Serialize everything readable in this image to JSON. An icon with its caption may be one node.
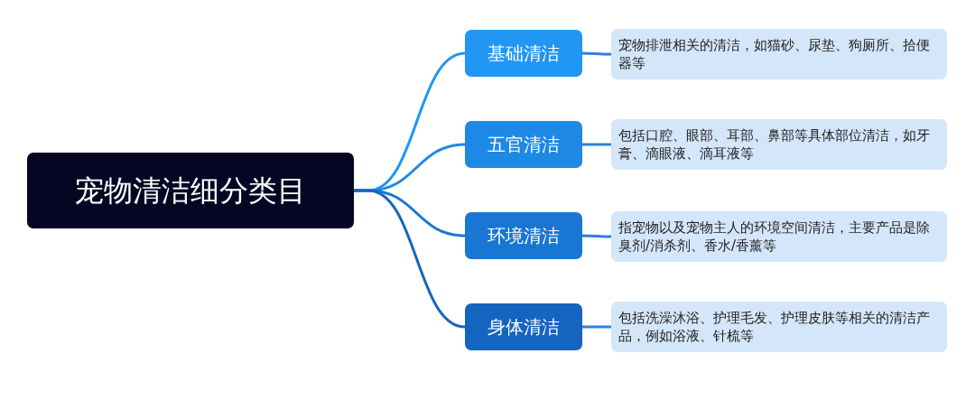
{
  "diagram": {
    "nodes": [
      {
        "text": [
          "宠物清洁细分类目"
        ]
      },
      {
        "text": [
          "基础清洁"
        ]
      },
      {
        "text": [
          "五官清洁"
        ]
      },
      {
        "text": [
          "环境清洁"
        ]
      },
      {
        "text": [
          "身体清洁"
        ]
      },
      {
        "text": [
          "宠物排泄相关的清洁，如猫砂、尿垫、狗厕所、拾便器等"
        ]
      },
      {
        "text": [
          "包括口腔、眼部、耳部、鼻部等具体部位清洁，如牙膏、滴眼液、滴耳液等"
        ]
      },
      {
        "text": [
          "指宠物以及宠物主人的环境空间清洁，主要产品是除臭剂/消杀剂、香水/香薰等"
        ]
      },
      {
        "text": [
          "包括洗澡沐浴、护理毛发、护理皮肤等相关的清洁产品，例如浴液、针梳等"
        ]
      }
    ],
    "edges": [
      {
        "from": 0,
        "to": 1,
        "arrow": "none"
      },
      {
        "from": 0,
        "to": 2,
        "arrow": "none"
      },
      {
        "from": 0,
        "to": 3,
        "arrow": "none"
      },
      {
        "from": 0,
        "to": 4,
        "arrow": "none"
      },
      {
        "from": 1,
        "to": 5,
        "arrow": "none"
      },
      {
        "from": 2,
        "to": 6,
        "arrow": "none"
      },
      {
        "from": 3,
        "to": 7,
        "arrow": "none"
      },
      {
        "from": 4,
        "to": 8,
        "arrow": "none"
      }
    ]
  }
}
